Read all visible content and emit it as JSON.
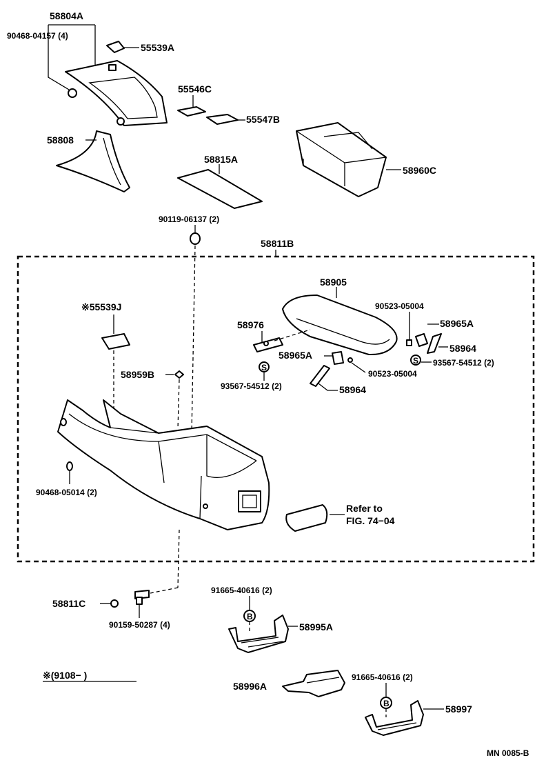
{
  "labels": {
    "p58804A": "58804A",
    "p90468_04157": "90468-04157 (4)",
    "p55539A": "55539A",
    "p55546C": "55546C",
    "p55547B": "55547B",
    "p58808": "58808",
    "p58815A": "58815A",
    "p58960C": "58960C",
    "p90119": "90119-06137 (2)",
    "p58811B": "58811B",
    "p58905": "58905",
    "p55539J": "※55539J",
    "p90523a": "90523-05004",
    "p58976": "58976",
    "p58965A_r": "58965A",
    "p58964_r": "58964",
    "p58965A_c": "58965A",
    "p93567_r": "93567-54512 (2)",
    "p90523b": "90523-05004",
    "p58959B": "58959B",
    "p93567_l": "93567-54512 (2)",
    "p58964_c": "58964",
    "p90468_05014": "90468-05014 (2)",
    "refer1": "Refer to",
    "refer2": "FIG. 74−04",
    "p58811C": "58811C",
    "p91665a": "91665-40616 (2)",
    "p90159": "90159-50287 (4)",
    "p58995A": "58995A",
    "note": "※(9108−        )",
    "p58996A": "58996A",
    "p91665b": "91665-40616 (2)",
    "p58997": "58997",
    "code": "MN 0085-B"
  },
  "symbols": {
    "s": "S",
    "b": "B"
  }
}
